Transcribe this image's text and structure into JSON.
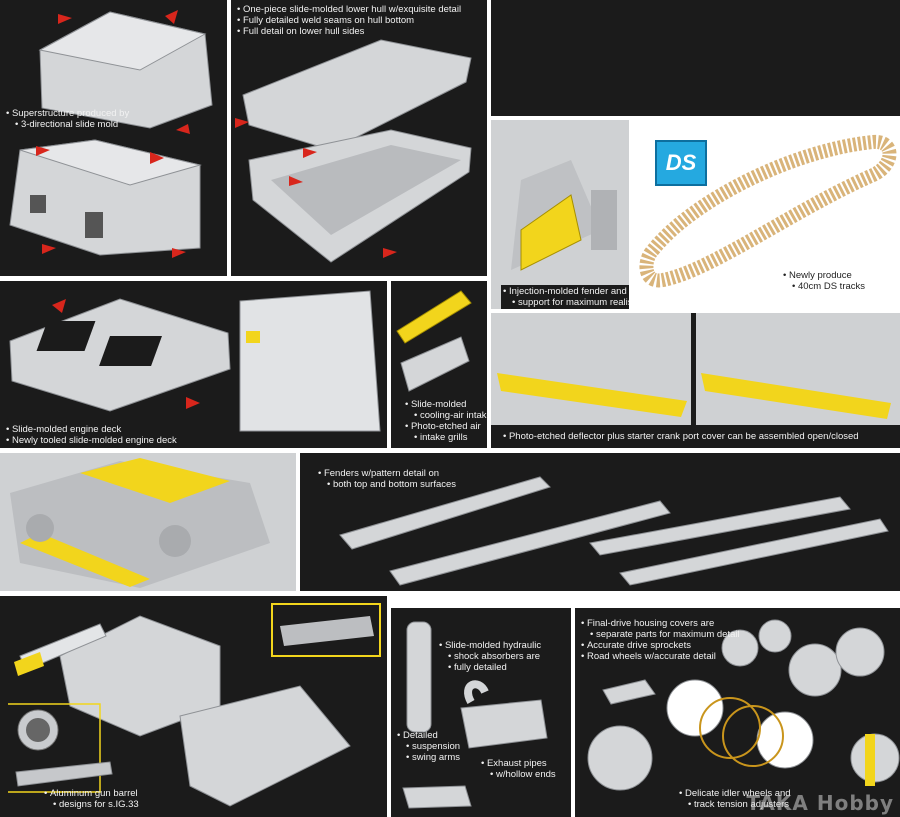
{
  "captions": {
    "superstructure": [
      "Superstructure produced by",
      "3-directional slide mold"
    ],
    "lower_hull": [
      "One-piece slide-molded lower hull w/exquisite detail",
      "Fully detailed weld seams on hull bottom",
      "Full detail on lower hull sides"
    ],
    "fender_support": [
      "Injection-molded fender and",
      "support for maximum realism"
    ],
    "ds_tracks": [
      "Newly produce",
      "40cm DS tracks"
    ],
    "ds_logo": "DS",
    "engine_deck": [
      "Slide-molded engine deck",
      "Newly tooled slide-molded engine deck"
    ],
    "intake": [
      "Slide-molded",
      "cooling-air intake",
      "Photo-etched air",
      "intake grills"
    ],
    "deflector": "Photo-etched deflector plus starter crank port cover can be assembled open/closed",
    "fenders": [
      "Fenders w/pattern detail on",
      "both top and bottom surfaces"
    ],
    "gun_barrel": [
      "Aluminum gun barrel",
      "designs for s.IG.33"
    ],
    "shock": [
      "Slide-molded hydraulic",
      "shock absorbers are",
      "fully detailed"
    ],
    "swing_arms": [
      "Detailed",
      "suspension",
      "swing arms"
    ],
    "exhaust": [
      "Exhaust pipes",
      "w/hollow ends"
    ],
    "final_drive": [
      "Final-drive housing covers are",
      "separate parts for maximum detail",
      "Accurate drive sprockets",
      "Road wheels w/accurate detail"
    ],
    "idler": [
      "Delicate idler wheels and",
      "track tension adjusters"
    ],
    "watermark": "TAKA Hobby"
  },
  "colors": {
    "panel_bg": "#1b1b1b",
    "plastic": "#d4d6d8",
    "photo_etch": "#f2d51c",
    "arrow": "#d8261c",
    "track": "#d9b47a",
    "ds_logo_bg": "#25a9e0"
  }
}
